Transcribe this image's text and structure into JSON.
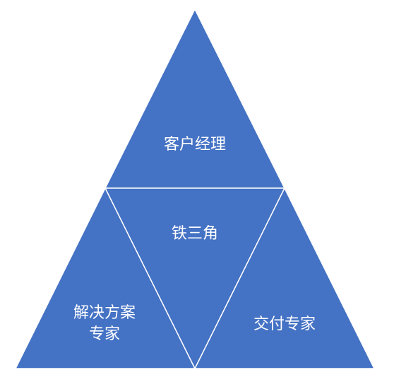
{
  "diagram": {
    "fill_color": "#4472C4",
    "outline_color": "#FFFFFF",
    "top": {
      "label": "客户经理"
    },
    "center": {
      "label": "铁三角"
    },
    "bottom_left": {
      "line1": "解决方案",
      "line2": "专家"
    },
    "bottom_right": {
      "label": "交付专家"
    }
  }
}
